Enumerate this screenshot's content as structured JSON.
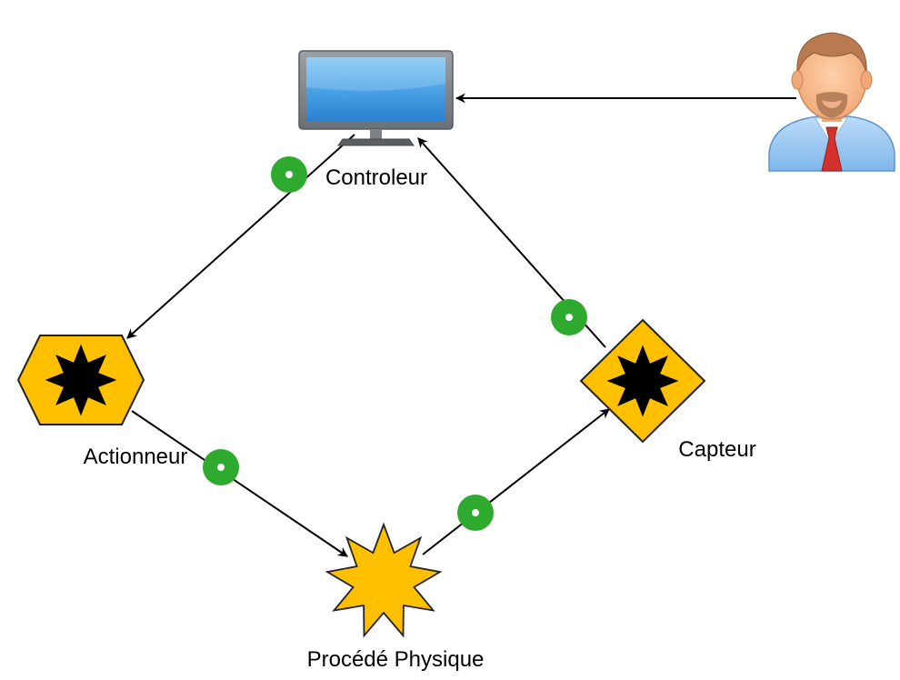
{
  "nodes": {
    "controller": {
      "label": "Controleur",
      "icon": "monitor-icon"
    },
    "user": {
      "icon": "user-icon"
    },
    "actuator": {
      "label": "Actionneur",
      "icon": "hexagon-star-icon"
    },
    "process": {
      "label": "Procédé Physique",
      "icon": "star-burst-icon"
    },
    "sensor": {
      "label": "Capteur",
      "icon": "diamond-star-icon"
    }
  },
  "edges": [
    {
      "from": "user",
      "to": "controller"
    },
    {
      "from": "controller",
      "to": "actuator"
    },
    {
      "from": "actuator",
      "to": "process"
    },
    {
      "from": "process",
      "to": "sensor"
    },
    {
      "from": "sensor",
      "to": "controller"
    }
  ],
  "colors": {
    "node_fill": "#ffc000",
    "node_stroke": "#222222",
    "connector_dot": "#2eaa2e",
    "arrow": "#000000"
  }
}
